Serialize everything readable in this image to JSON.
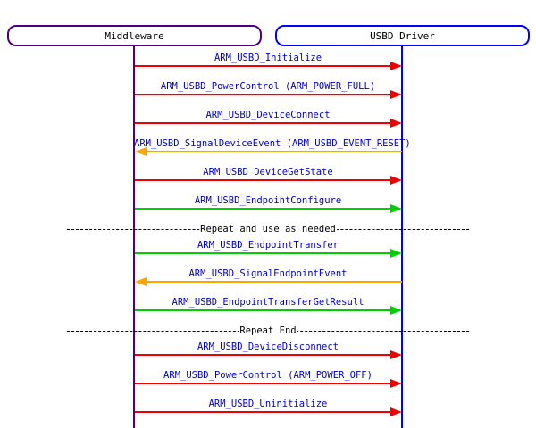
{
  "diagram": {
    "kind": "sequence-diagram",
    "entities": [
      {
        "id": "middleware",
        "label": "Middleware",
        "color": "#4B0082"
      },
      {
        "id": "usbd-driver",
        "label": "USBD Driver",
        "color": "#0000FF"
      }
    ],
    "label_color": "#0000CD",
    "rows": [
      {
        "type": "message",
        "label": "ARM_USBD_Initialize",
        "from": "middleware",
        "to": "usbd-driver",
        "direction": "right",
        "color": "#F00000"
      },
      {
        "type": "message",
        "label": "ARM_USBD_PowerControl (ARM_POWER_FULL)",
        "from": "middleware",
        "to": "usbd-driver",
        "direction": "right",
        "color": "#F00000"
      },
      {
        "type": "message",
        "label": "ARM_USBD_DeviceConnect",
        "from": "middleware",
        "to": "usbd-driver",
        "direction": "right",
        "color": "#F00000"
      },
      {
        "type": "message",
        "label": "ARM_USBD_SignalDeviceEvent (ARM_USBD_EVENT_RESET)",
        "from": "usbd-driver",
        "to": "middleware",
        "direction": "left",
        "color": "#FFA500"
      },
      {
        "type": "message",
        "label": "ARM_USBD_DeviceGetState",
        "from": "middleware",
        "to": "usbd-driver",
        "direction": "right",
        "color": "#F00000"
      },
      {
        "type": "message",
        "label": "ARM_USBD_EndpointConfigure",
        "from": "middleware",
        "to": "usbd-driver",
        "direction": "right",
        "color": "#00D000"
      },
      {
        "type": "separator",
        "label": "Repeat and use as needed"
      },
      {
        "type": "message",
        "label": "ARM_USBD_EndpointTransfer",
        "from": "middleware",
        "to": "usbd-driver",
        "direction": "right",
        "color": "#00D000"
      },
      {
        "type": "message",
        "label": "ARM_USBD_SignalEndpointEvent",
        "from": "usbd-driver",
        "to": "middleware",
        "direction": "left",
        "color": "#FFA500"
      },
      {
        "type": "message",
        "label": "ARM_USBD_EndpointTransferGetResult",
        "from": "middleware",
        "to": "usbd-driver",
        "direction": "right",
        "color": "#00D000"
      },
      {
        "type": "separator",
        "label": "Repeat End"
      },
      {
        "type": "message",
        "label": "ARM_USBD_DeviceDisconnect",
        "from": "middleware",
        "to": "usbd-driver",
        "direction": "right",
        "color": "#F00000"
      },
      {
        "type": "message",
        "label": "ARM_USBD_PowerControl (ARM_POWER_OFF)",
        "from": "middleware",
        "to": "usbd-driver",
        "direction": "right",
        "color": "#F00000"
      },
      {
        "type": "message",
        "label": "ARM_USBD_Uninitialize",
        "from": "middleware",
        "to": "usbd-driver",
        "direction": "right",
        "color": "#F00000"
      }
    ]
  }
}
